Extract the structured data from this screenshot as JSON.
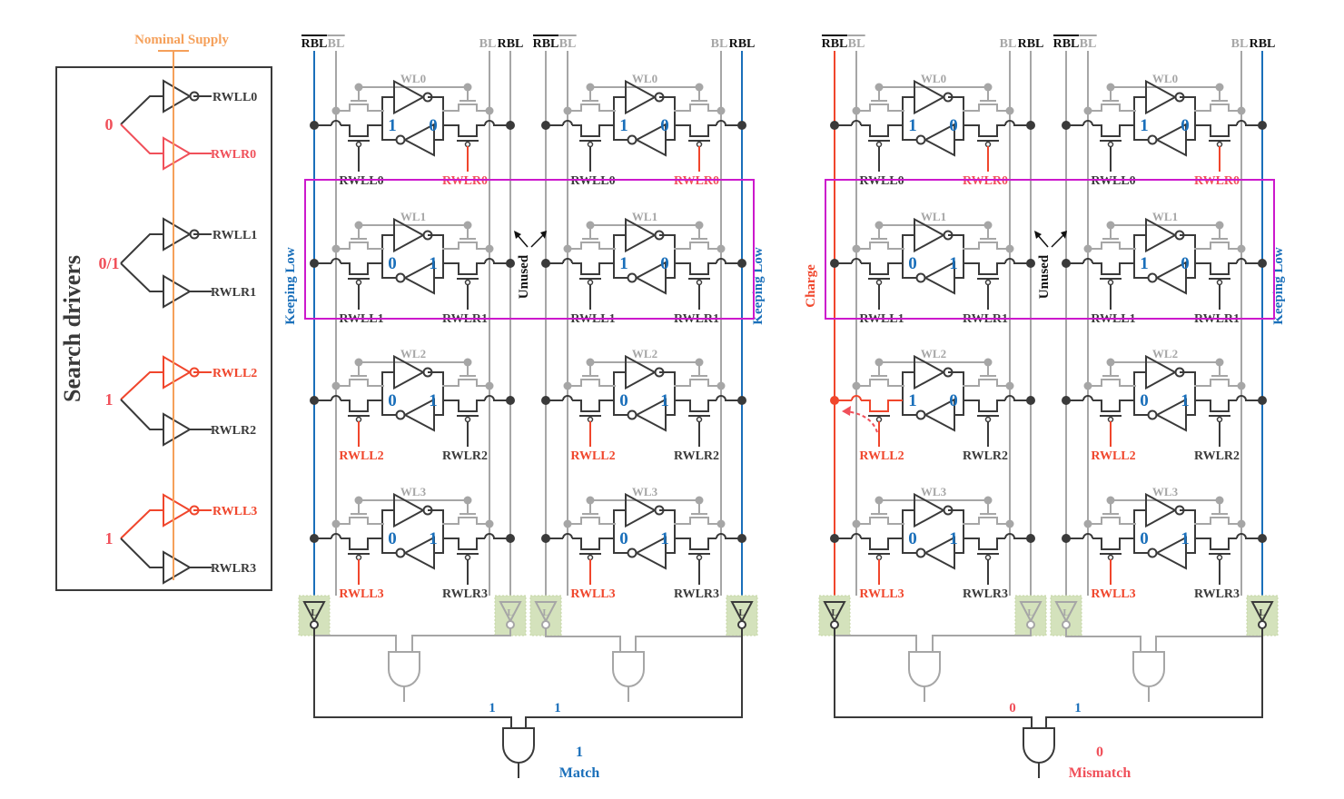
{
  "colors": {
    "dark": "#3a3a3a",
    "gray": "#a6a6a6",
    "blue": "#1a6fba",
    "red": "#f0462c",
    "pink": "#f0505a",
    "orange": "#f5a05a",
    "magenta": "#cc19cc",
    "green": "#d4e2bc"
  },
  "drivers": {
    "title": "Search drivers",
    "supply_label": "Nominal Supply",
    "groups": [
      {
        "input": "0",
        "left_out": "RWLL0",
        "right_out": "RWLR0",
        "active": "right"
      },
      {
        "input": "0/1",
        "left_out": "RWLL1",
        "right_out": "RWLR1",
        "active": "none"
      },
      {
        "input": "1",
        "left_out": "RWLL2",
        "right_out": "RWLR2",
        "active": "left"
      },
      {
        "input": "1",
        "left_out": "RWLL3",
        "right_out": "RWLR3",
        "active": "left"
      }
    ]
  },
  "labels": {
    "rbl": "RBL",
    "bl": "BL",
    "unused": "Unused",
    "keeping_low": "Keeping Low",
    "charge": "Charge",
    "sense_letter": "L"
  },
  "panels": [
    {
      "id": "match",
      "left_line_label": "Keeping Low",
      "right_line_label": "Keeping Low",
      "left_line_state": "low",
      "columns": [
        {
          "rows": [
            {
              "wl": "WL0",
              "q": "1",
              "qb": "0",
              "rwll": "RWLL0",
              "rwlr": "RWLR0",
              "rwll_active": false,
              "rwlr_active": true,
              "discharge": false
            },
            {
              "wl": "WL1",
              "q": "0",
              "qb": "1",
              "rwll": "RWLL1",
              "rwlr": "RWLR1",
              "rwll_active": false,
              "rwlr_active": false,
              "discharge": false
            },
            {
              "wl": "WL2",
              "q": "0",
              "qb": "1",
              "rwll": "RWLL2",
              "rwlr": "RWLR2",
              "rwll_active": true,
              "rwlr_active": false,
              "discharge": false
            },
            {
              "wl": "WL3",
              "q": "0",
              "qb": "1",
              "rwll": "RWLL3",
              "rwlr": "RWLR3",
              "rwll_active": true,
              "rwlr_active": false,
              "discharge": false
            }
          ]
        },
        {
          "rows": [
            {
              "wl": "WL0",
              "q": "1",
              "qb": "0",
              "rwll": "RWLL0",
              "rwlr": "RWLR0",
              "rwll_active": false,
              "rwlr_active": true,
              "discharge": false
            },
            {
              "wl": "WL1",
              "q": "1",
              "qb": "0",
              "rwll": "RWLL1",
              "rwlr": "RWLR1",
              "rwll_active": false,
              "rwlr_active": false,
              "discharge": false
            },
            {
              "wl": "WL2",
              "q": "0",
              "qb": "1",
              "rwll": "RWLL2",
              "rwlr": "RWLR2",
              "rwll_active": true,
              "rwlr_active": false,
              "discharge": false
            },
            {
              "wl": "WL3",
              "q": "0",
              "qb": "1",
              "rwll": "RWLL3",
              "rwlr": "RWLR3",
              "rwll_active": true,
              "rwlr_active": false,
              "discharge": false
            }
          ]
        }
      ],
      "and_inputs": [
        "1",
        "1"
      ],
      "result_value": "1",
      "result_label": "Match",
      "result_state": "match"
    },
    {
      "id": "mismatch",
      "left_line_label": "Charge",
      "right_line_label": "Keeping Low",
      "left_line_state": "charge",
      "columns": [
        {
          "rows": [
            {
              "wl": "WL0",
              "q": "1",
              "qb": "0",
              "rwll": "RWLL0",
              "rwlr": "RWLR0",
              "rwll_active": false,
              "rwlr_active": true,
              "discharge": false
            },
            {
              "wl": "WL1",
              "q": "0",
              "qb": "1",
              "rwll": "RWLL1",
              "rwlr": "RWLR1",
              "rwll_active": false,
              "rwlr_active": false,
              "discharge": false
            },
            {
              "wl": "WL2",
              "q": "1",
              "qb": "0",
              "rwll": "RWLL2",
              "rwlr": "RWLR2",
              "rwll_active": true,
              "rwlr_active": false,
              "discharge": true
            },
            {
              "wl": "WL3",
              "q": "0",
              "qb": "1",
              "rwll": "RWLL3",
              "rwlr": "RWLR3",
              "rwll_active": true,
              "rwlr_active": false,
              "discharge": false
            }
          ]
        },
        {
          "rows": [
            {
              "wl": "WL0",
              "q": "1",
              "qb": "0",
              "rwll": "RWLL0",
              "rwlr": "RWLR0",
              "rwll_active": false,
              "rwlr_active": true,
              "discharge": false
            },
            {
              "wl": "WL1",
              "q": "1",
              "qb": "0",
              "rwll": "RWLL1",
              "rwlr": "RWLR1",
              "rwll_active": false,
              "rwlr_active": false,
              "discharge": false
            },
            {
              "wl": "WL2",
              "q": "0",
              "qb": "1",
              "rwll": "RWLL2",
              "rwlr": "RWLR2",
              "rwll_active": true,
              "rwlr_active": false,
              "discharge": false
            },
            {
              "wl": "WL3",
              "q": "0",
              "qb": "1",
              "rwll": "RWLL3",
              "rwlr": "RWLR3",
              "rwll_active": true,
              "rwlr_active": false,
              "discharge": false
            }
          ]
        }
      ],
      "and_inputs": [
        "0",
        "1"
      ],
      "and_input_states": [
        "mismatch",
        "match"
      ],
      "result_value": "0",
      "result_label": "Mismatch",
      "result_state": "mismatch"
    }
  ],
  "highlight_row": "WL1"
}
